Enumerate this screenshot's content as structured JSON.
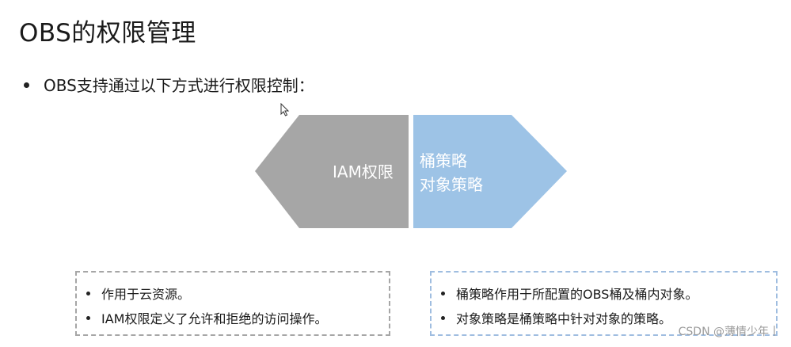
{
  "title": "OBS的权限管理",
  "intro": "OBS支持通过以下方式进行权限控制：",
  "shapes": {
    "left_label": "IAM权限",
    "right_label_line1": "桶策略",
    "right_label_line2": "对象策略",
    "left_color": "#a6a6a6",
    "right_color": "#9dc3e6"
  },
  "left_box": {
    "items": [
      "作用于云资源。",
      "IAM权限定义了允许和拒绝的访问操作。"
    ]
  },
  "right_box": {
    "items": [
      "桶策略作用于所配置的OBS桶及桶内对象。",
      "对象策略是桶策略中针对对象的策略。"
    ]
  },
  "watermark": "CSDN @薄情少年丨"
}
